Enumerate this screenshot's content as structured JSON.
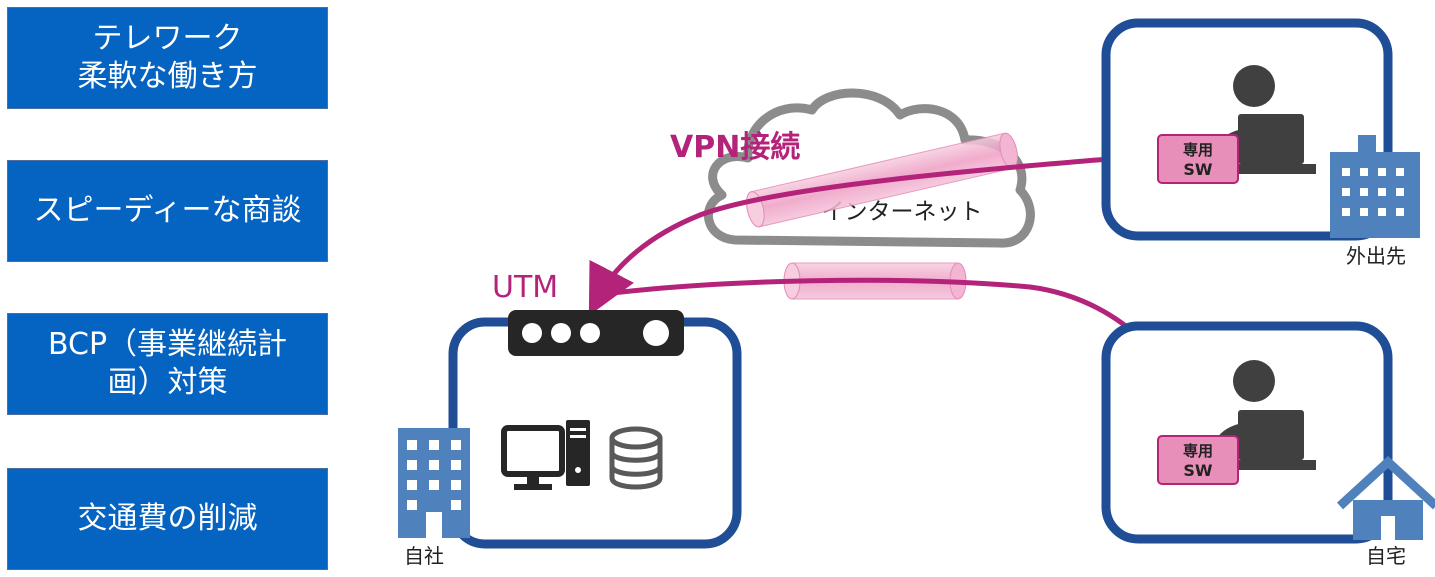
{
  "left_panel": {
    "items": [
      {
        "label": "テレワーク\n柔軟な働き方"
      },
      {
        "label": "スピーディーな商談"
      },
      {
        "label": "BCP（事業継続計\n画）対策"
      },
      {
        "label": "交通費の削減"
      }
    ]
  },
  "diagram": {
    "vpn_label": "VPN接続",
    "internet_label": "インターネット",
    "utm_label": "UTM",
    "hq_label": "自社",
    "remote_office_label": "外出先",
    "home_label": "自宅",
    "switch_line1": "専用",
    "switch_line2": "SW"
  },
  "colors": {
    "box_blue": "#0563c1",
    "frame_blue": "#1f4e96",
    "magenta": "#b4237a",
    "tube_pink": "#f2b6d2",
    "building_blue": "#4f81bd",
    "dark": "#262626",
    "cloud_gray": "#8c8c8c"
  }
}
